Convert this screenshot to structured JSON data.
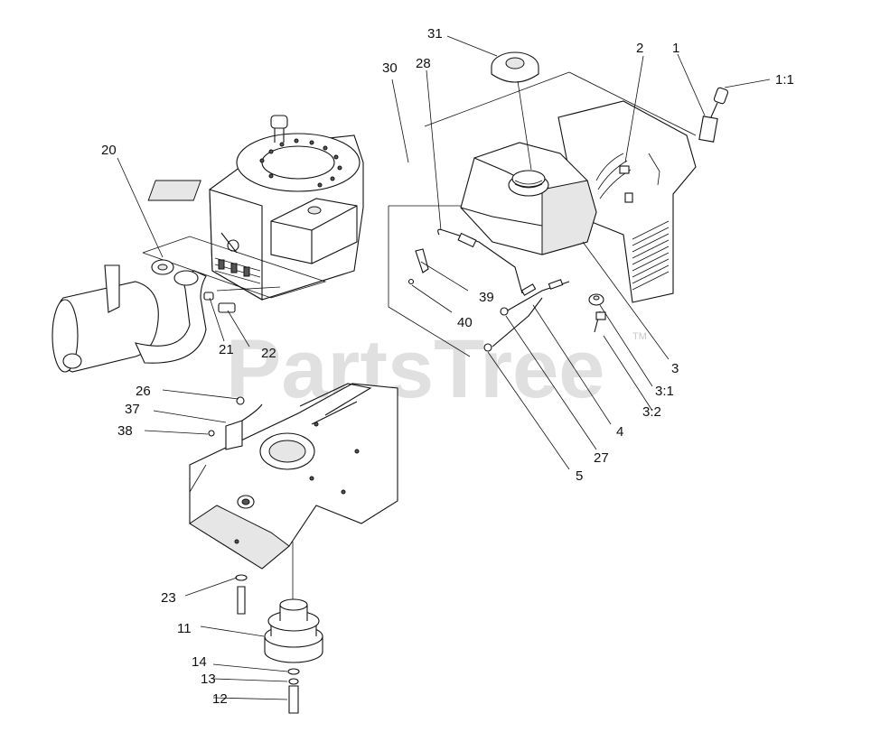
{
  "watermark": {
    "text": "PartsTree",
    "trademark": "TM"
  },
  "labels": {
    "p1": "1",
    "p1_1": "1:1",
    "p2": "2",
    "p3": "3",
    "p3_1": "3:1",
    "p3_2": "3:2",
    "p4": "4",
    "p5": "5",
    "p11": "11",
    "p12": "12",
    "p13": "13",
    "p14": "14",
    "p20": "20",
    "p21": "21",
    "p22": "22",
    "p23": "23",
    "p26": "26",
    "p27": "27",
    "p28": "28",
    "p30": "30",
    "p31": "31",
    "p37": "37",
    "p38": "38",
    "p39": "39",
    "p40": "40"
  }
}
